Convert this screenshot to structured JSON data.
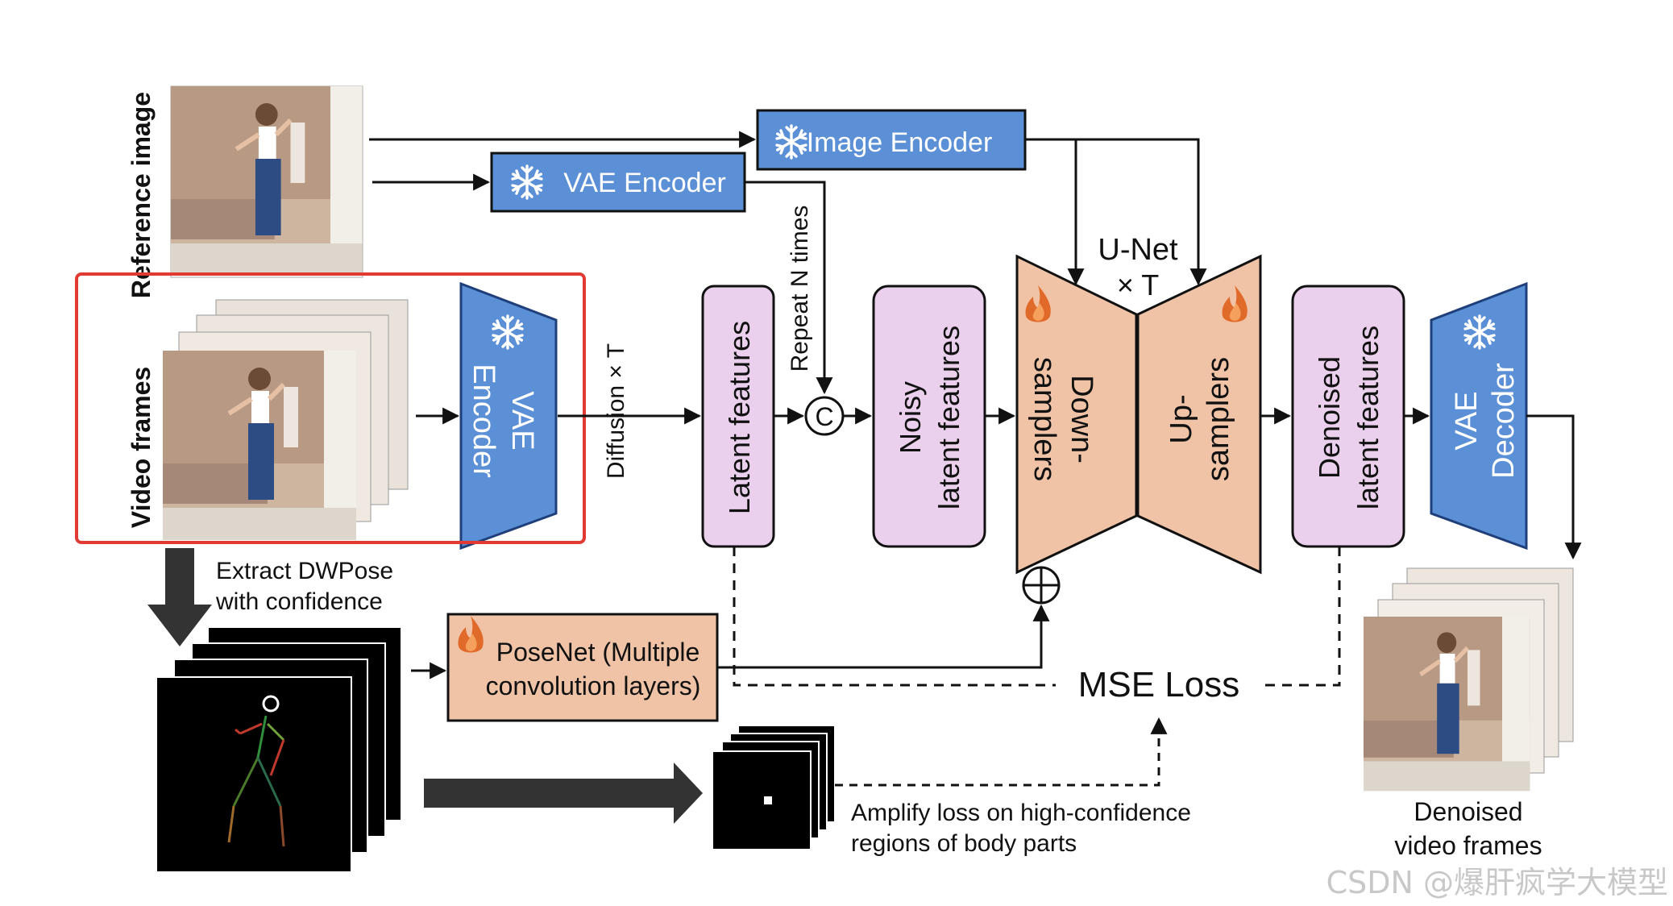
{
  "labels": {
    "reference_image": "Reference image",
    "video_frames": "Video frames",
    "image_encoder": "Image Encoder",
    "vae_encoder_top": "VAE Encoder",
    "vae_encoder_main_l1": "VAE",
    "vae_encoder_main_l2": "Encoder",
    "diffusion": "Diffusion × T",
    "repeat": "Repeat N times",
    "latent_features": "Latent features",
    "concat_symbol": "C",
    "noisy_l1": "Noisy",
    "noisy_l2": "latent features",
    "unet": "U-Net",
    "unet_times": "× T",
    "down_l1": "Down-",
    "down_l2": "samplers",
    "up_l1": "Up-",
    "up_l2": "samplers",
    "denoised_feat_l1": "Denoised",
    "denoised_feat_l2": "latent features",
    "vae_decoder_l1": "VAE",
    "vae_decoder_l2": "Decoder",
    "extract_l1": "Extract DWPose",
    "extract_l2": "with confidence",
    "posenet_l1": "PoseNet (Multiple",
    "posenet_l2": "convolution layers)",
    "mse_loss": "MSE Loss",
    "amplify_l1": "Amplify loss on high-confidence",
    "amplify_l2": "regions of body parts",
    "denoised_frames_l1": "Denoised",
    "denoised_frames_l2": "video frames",
    "watermark": "CSDN @爆肝疯学大模型"
  },
  "colors": {
    "encoder_blue": "#5b8fd6",
    "encoder_border": "#1f3f7a",
    "latent_pink": "#ead0ec",
    "unet_peach": "#f0c3a6",
    "highlight_red": "#e03a32",
    "frozen_icon": "snowflake-icon",
    "trainable_icon": "flame-icon"
  }
}
